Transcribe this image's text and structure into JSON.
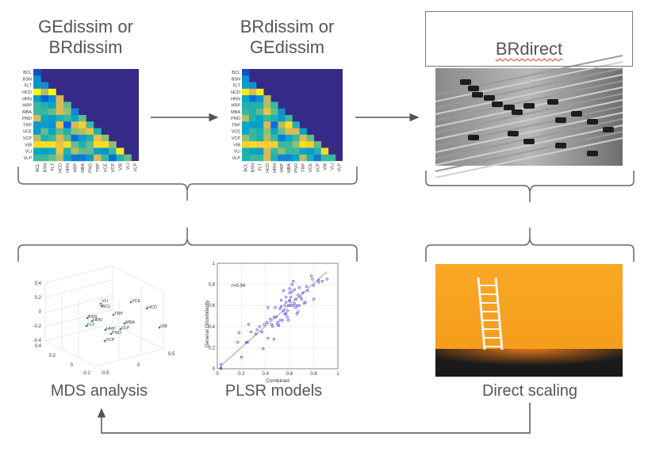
{
  "titles": {
    "left": "GEdissim or\nBRdissim",
    "middle": "BRdissim or\nGEdissim",
    "right": "BRdirect"
  },
  "captions": {
    "mds": "MDS analysis",
    "plsr": "PLSR models",
    "direct": "Direct scaling"
  },
  "colormap": "parula",
  "colors": {
    "text": "#555555",
    "arrow": "#555555",
    "bracket": "#666666",
    "orange": "#f7a21e",
    "scatter": "#3b3bd9"
  },
  "heatmaps": [
    {
      "labels": [
        "BCL",
        "BSN",
        "FLT",
        "HCD",
        "HRN",
        "HRP",
        "MBA",
        "PNO",
        "TRP",
        "VCE",
        "VCP",
        "VIB",
        "VLI",
        "VLP"
      ],
      "rows": [
        [
          0.1
        ],
        [
          0.35
        ],
        [
          0.35,
          0.35
        ],
        [
          1.0,
          0.7,
          1.0
        ],
        [
          0.4,
          0.15,
          0.3,
          0.75
        ],
        [
          0.55,
          0.5,
          0.45,
          0.75,
          0.6
        ],
        [
          0.55,
          0.55,
          0.6,
          0.75,
          0.65,
          0.3
        ],
        [
          0.75,
          0.45,
          0.4,
          0.5,
          0.55,
          0.45,
          0.6
        ],
        [
          0.4,
          0.4,
          0.35,
          0.8,
          0.15,
          0.75,
          0.85,
          0.55
        ],
        [
          0.4,
          0.6,
          0.45,
          0.6,
          0.5,
          0.65,
          0.7,
          0.8,
          0.5
        ],
        [
          0.7,
          0.5,
          0.55,
          0.75,
          0.6,
          0.2,
          0.4,
          0.5,
          0.8,
          0.65
        ],
        [
          0.9,
          0.9,
          0.9,
          0.8,
          0.9,
          0.6,
          0.5,
          0.6,
          0.9,
          0.9,
          0.65
        ],
        [
          0.45,
          0.4,
          0.45,
          0.8,
          0.5,
          0.7,
          0.6,
          0.6,
          0.4,
          0.35,
          0.55,
          0.95
        ],
        [
          0.55,
          0.55,
          0.6,
          0.7,
          0.45,
          0.25,
          0.25,
          0.4,
          0.75,
          0.55,
          0.2,
          0.5,
          0.6
        ]
      ]
    },
    {
      "labels": [
        "BCL",
        "BSN",
        "FLT",
        "HCD",
        "HRN",
        "HRP",
        "MBA",
        "PNO",
        "TRP",
        "VCE",
        "VCP",
        "VIB",
        "VLI",
        "VLP"
      ],
      "rows": [
        [
          0.1
        ],
        [
          0.35
        ],
        [
          0.4,
          0.35
        ],
        [
          0.95,
          0.75,
          0.95
        ],
        [
          0.45,
          0.2,
          0.35,
          0.7
        ],
        [
          0.5,
          0.5,
          0.5,
          0.7,
          0.55
        ],
        [
          0.55,
          0.5,
          0.6,
          0.8,
          0.6,
          0.35
        ],
        [
          0.7,
          0.5,
          0.45,
          0.55,
          0.5,
          0.4,
          0.55
        ],
        [
          0.45,
          0.4,
          0.4,
          0.75,
          0.2,
          0.7,
          0.9,
          0.5
        ],
        [
          0.45,
          0.55,
          0.5,
          0.65,
          0.45,
          0.6,
          0.75,
          0.75,
          0.45
        ],
        [
          0.65,
          0.55,
          0.5,
          0.7,
          0.55,
          0.25,
          0.45,
          0.55,
          0.75,
          0.6
        ],
        [
          0.85,
          0.9,
          0.85,
          0.85,
          0.85,
          0.55,
          0.55,
          0.65,
          0.9,
          0.85,
          0.6
        ],
        [
          0.5,
          0.45,
          0.4,
          0.75,
          0.55,
          0.65,
          0.55,
          0.55,
          0.45,
          0.4,
          0.5,
          0.9
        ],
        [
          0.5,
          0.55,
          0.55,
          0.75,
          0.5,
          0.3,
          0.3,
          0.45,
          0.7,
          0.5,
          0.25,
          0.55,
          0.55
        ]
      ]
    }
  ],
  "mds": {
    "z_ticks": [
      "0.4",
      "0.2",
      "0",
      "-0.2",
      "-0.4"
    ],
    "y_ticks": [
      "0.4",
      "0.2",
      "0",
      "-0.2"
    ],
    "x_ticks": [
      "-0.5",
      "0",
      "0.5"
    ],
    "points": [
      "VLI",
      "BCL",
      "VCE",
      "HCD",
      "TRP",
      "BSN",
      "HRN",
      "FLT",
      "MBA",
      "VLP",
      "VIB",
      "HRP",
      "PNO",
      "VCP"
    ]
  },
  "chart_data": {
    "type": "scatter",
    "xlabel": "Combined",
    "ylabel": "General Dissimilarity",
    "xlim": [
      0,
      1
    ],
    "ylim": [
      0,
      1
    ],
    "x_ticks": [
      "0",
      "0.2",
      "0.4",
      "0.6",
      "0.8",
      "1"
    ],
    "y_ticks": [
      "0",
      "0.2",
      "0.4",
      "0.6",
      "0.8",
      "1"
    ],
    "annotation": "r=0.94",
    "fit_line": [
      [
        0.03,
        0.03
      ],
      [
        0.91,
        0.92
      ]
    ],
    "points": [
      [
        0.03,
        0.0
      ],
      [
        0.03,
        0.01
      ],
      [
        0.03,
        0.04
      ],
      [
        0.17,
        0.25
      ],
      [
        0.18,
        0.34
      ],
      [
        0.2,
        0.11
      ],
      [
        0.24,
        0.25
      ],
      [
        0.25,
        0.25
      ],
      [
        0.26,
        0.42
      ],
      [
        0.28,
        0.35
      ],
      [
        0.32,
        0.33
      ],
      [
        0.33,
        0.37
      ],
      [
        0.35,
        0.4
      ],
      [
        0.37,
        0.35
      ],
      [
        0.38,
        0.19
      ],
      [
        0.39,
        0.42
      ],
      [
        0.41,
        0.44
      ],
      [
        0.42,
        0.29
      ],
      [
        0.42,
        0.58
      ],
      [
        0.44,
        0.47
      ],
      [
        0.45,
        0.42
      ],
      [
        0.46,
        0.4
      ],
      [
        0.47,
        0.49
      ],
      [
        0.47,
        0.28
      ],
      [
        0.48,
        0.58
      ],
      [
        0.49,
        0.49
      ],
      [
        0.5,
        0.44
      ],
      [
        0.5,
        0.42
      ],
      [
        0.51,
        0.41
      ],
      [
        0.52,
        0.46
      ],
      [
        0.52,
        0.57
      ],
      [
        0.53,
        0.65
      ],
      [
        0.53,
        0.59
      ],
      [
        0.54,
        0.46
      ],
      [
        0.55,
        0.55
      ],
      [
        0.55,
        0.74
      ],
      [
        0.56,
        0.52
      ],
      [
        0.56,
        0.6
      ],
      [
        0.57,
        0.68
      ],
      [
        0.57,
        0.63
      ],
      [
        0.58,
        0.55
      ],
      [
        0.58,
        0.49
      ],
      [
        0.59,
        0.6
      ],
      [
        0.59,
        0.46
      ],
      [
        0.6,
        0.64
      ],
      [
        0.6,
        0.72
      ],
      [
        0.6,
        0.76
      ],
      [
        0.61,
        0.6
      ],
      [
        0.61,
        0.68
      ],
      [
        0.62,
        0.73
      ],
      [
        0.62,
        0.8
      ],
      [
        0.63,
        0.83
      ],
      [
        0.63,
        0.6
      ],
      [
        0.64,
        0.62
      ],
      [
        0.65,
        0.58
      ],
      [
        0.65,
        0.66
      ],
      [
        0.66,
        0.6
      ],
      [
        0.66,
        0.52
      ],
      [
        0.67,
        0.54
      ],
      [
        0.67,
        0.7
      ],
      [
        0.68,
        0.6
      ],
      [
        0.68,
        0.77
      ],
      [
        0.69,
        0.68
      ],
      [
        0.7,
        0.66
      ],
      [
        0.71,
        0.72
      ],
      [
        0.72,
        0.62
      ],
      [
        0.73,
        0.63
      ],
      [
        0.74,
        0.78
      ],
      [
        0.75,
        0.74
      ],
      [
        0.78,
        0.88
      ],
      [
        0.79,
        0.85
      ],
      [
        0.8,
        0.66
      ],
      [
        0.8,
        0.79
      ],
      [
        0.84,
        0.82
      ],
      [
        0.84,
        0.84
      ],
      [
        0.87,
        0.83
      ],
      [
        0.91,
        0.85
      ],
      [
        0.6,
        0.65
      ],
      [
        0.57,
        0.52
      ],
      [
        0.64,
        0.75
      ]
    ]
  }
}
